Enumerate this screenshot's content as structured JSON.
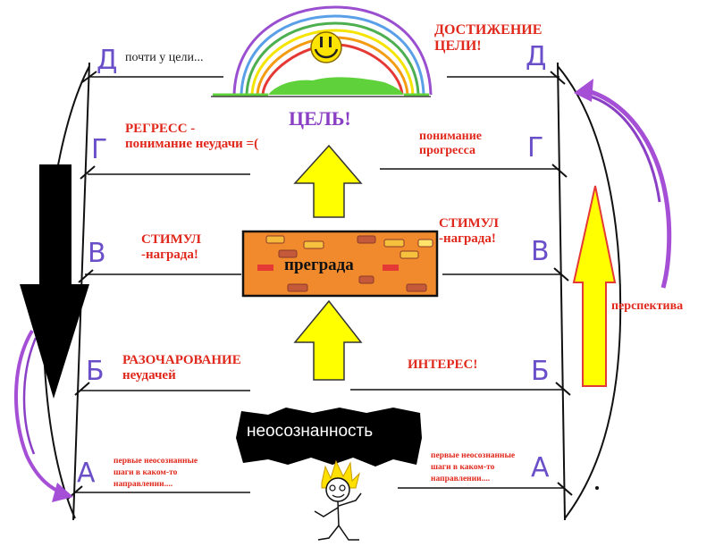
{
  "top_left_note": "почти у цели...",
  "top_right_note": "ДОСТИЖЕНИЕ\nЦЕЛИ!",
  "goal_label": "ЦЕЛЬ!",
  "left": {
    "regress": "РЕГРЕСС -\nпонимание неудачи =(",
    "stimulus": "СТИМУЛ\n-награда!",
    "disappointment": "РАЗОЧАРОВАНИЕ\nнеудачей",
    "first_steps": "первые неосознанные\nшаги в каком-то\nнаправлении...."
  },
  "right": {
    "progress": "понимание\nпрогресса",
    "stimulus": "СТИМУЛ\n-награда!",
    "interest": "ИНТЕРЕС!",
    "first_steps": "первые неосознанные\nшаги в каком-то\nнаправлении....",
    "perspective": "перспектива"
  },
  "center": {
    "barrier": "преграда",
    "unawareness": "неосознанность"
  },
  "letters": {
    "left": [
      "Д",
      "Г",
      "В",
      "Б",
      "А"
    ],
    "right": [
      "Д",
      "Г",
      "В",
      "Б",
      "А"
    ]
  },
  "colors": {
    "red_text": "#e0281c",
    "purple": "#8a3fc4",
    "yellow_arrow": "#ffff00",
    "brick_orange": "#f08a2c",
    "black": "#000000"
  }
}
